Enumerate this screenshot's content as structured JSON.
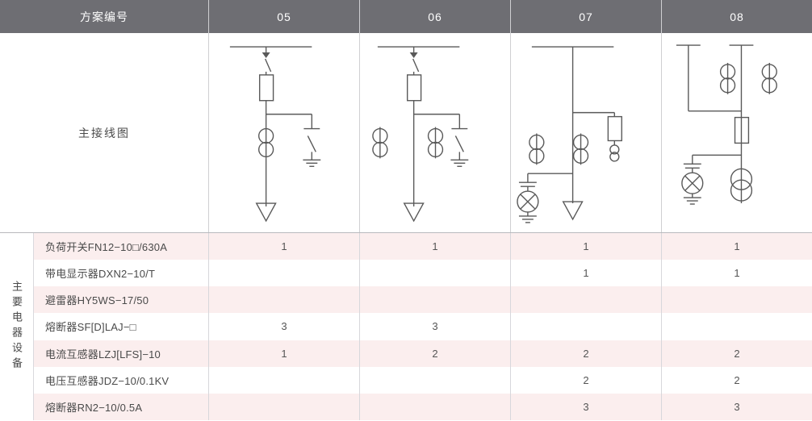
{
  "header": {
    "row_label": "方案编号",
    "columns": [
      "05",
      "06",
      "07",
      "08"
    ],
    "bg_color": "#6e6e73",
    "text_color": "#ffffff"
  },
  "diagram_row": {
    "label": "主接线图",
    "schemes": [
      {
        "id": "05",
        "symbols": [
          "busbar",
          "load-switch",
          "fuse",
          "earthing-switch",
          "current-transformer",
          "cable-arrow"
        ]
      },
      {
        "id": "06",
        "symbols": [
          "busbar",
          "load-switch",
          "fuse",
          "earthing-switch",
          "current-transformer",
          "current-transformer",
          "cable-arrow"
        ]
      },
      {
        "id": "07",
        "symbols": [
          "busbar",
          "current-transformer",
          "current-transformer",
          "fuse",
          "small-transformer",
          "capacitor",
          "surge-arrester",
          "ground",
          "cable-arrow"
        ]
      },
      {
        "id": "08",
        "symbols": [
          "busbar",
          "current-transformer",
          "current-transformer",
          "fuse",
          "capacitor",
          "surge-arrester",
          "ground",
          "voltage-transformer"
        ]
      }
    ]
  },
  "equipment_table": {
    "group_label": "主要电器设备",
    "row_stripe_color": "#fbeeee",
    "rows": [
      {
        "name": "负荷开关FN12−10□/630A",
        "values": [
          "1",
          "1",
          "1",
          "1"
        ]
      },
      {
        "name": "带电显示器DXN2−10/T",
        "values": [
          "",
          "",
          "1",
          "1"
        ]
      },
      {
        "name": "避雷器HY5WS−17/50",
        "values": [
          "",
          "",
          "",
          ""
        ]
      },
      {
        "name": "熔断器SF[D]LAJ−□",
        "values": [
          "3",
          "3",
          "",
          ""
        ]
      },
      {
        "name": "电流互感器LZJ[LFS]−10",
        "values": [
          "1",
          "2",
          "2",
          "2"
        ]
      },
      {
        "name": "电压互感器JDZ−10/0.1KV",
        "values": [
          "",
          "",
          "2",
          "2"
        ]
      },
      {
        "name": "熔断器RN2−10/0.5A",
        "values": [
          "",
          "",
          "3",
          "3"
        ]
      }
    ]
  }
}
